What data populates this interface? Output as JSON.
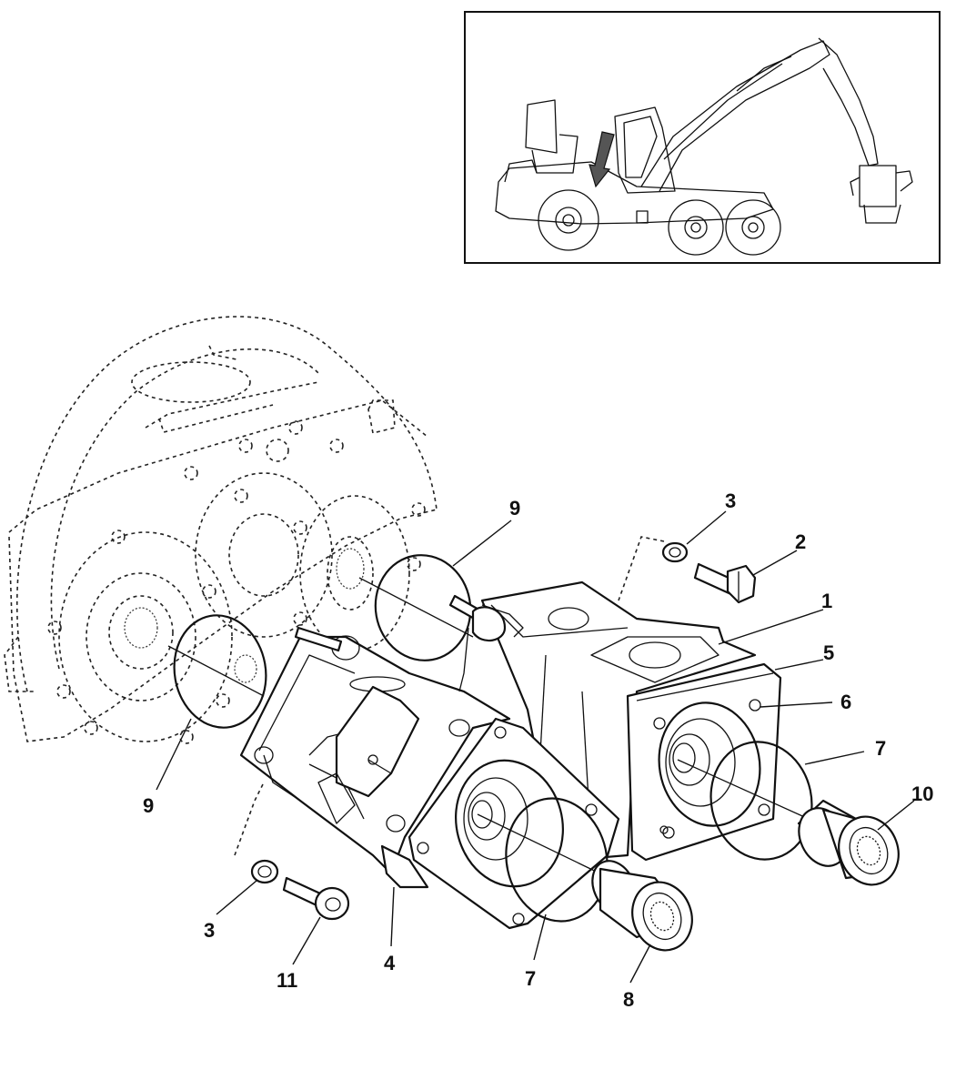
{
  "callouts": [
    {
      "id": "1",
      "label": "1",
      "desc": "pump-body"
    },
    {
      "id": "2",
      "label": "2",
      "desc": "hex-bolt"
    },
    {
      "id": "3a",
      "label": "3",
      "desc": "washer-upper"
    },
    {
      "id": "3b",
      "label": "3",
      "desc": "washer-lower"
    },
    {
      "id": "4",
      "label": "4",
      "desc": "side-block"
    },
    {
      "id": "5",
      "label": "5",
      "desc": "rear-flange"
    },
    {
      "id": "6",
      "label": "6",
      "desc": "flange-hole"
    },
    {
      "id": "7a",
      "label": "7",
      "desc": "o-ring-rear"
    },
    {
      "id": "7b",
      "label": "7",
      "desc": "o-ring-front"
    },
    {
      "id": "8",
      "label": "8",
      "desc": "splined-coupling-front"
    },
    {
      "id": "9a",
      "label": "9",
      "desc": "gearbox-o-ring-upper"
    },
    {
      "id": "9b",
      "label": "9",
      "desc": "gearbox-o-ring-lower"
    },
    {
      "id": "10",
      "label": "10",
      "desc": "splined-coupling-rear"
    },
    {
      "id": "11",
      "label": "11",
      "desc": "socket-cap-screw"
    }
  ]
}
